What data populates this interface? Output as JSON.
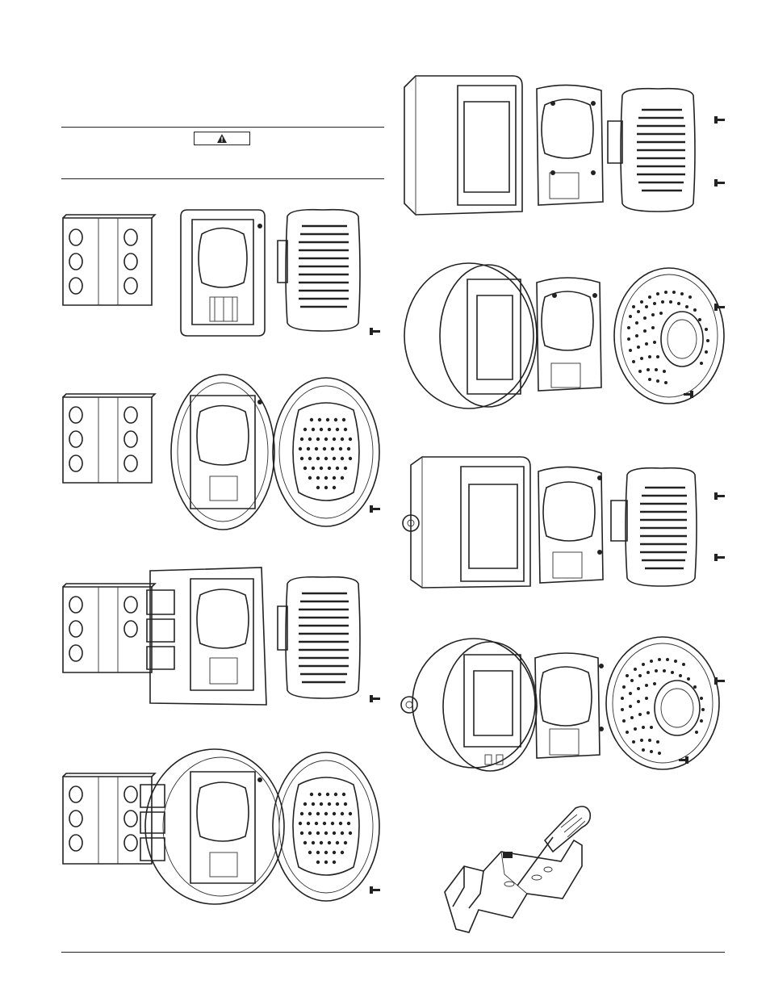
{
  "document": {
    "warning_box": {
      "icon": "warning-triangle-icon",
      "label": ""
    },
    "figures": [
      {
        "id": "fig-speaker-4in-square-box",
        "icon": "wall-speaker-assembly-icon"
      },
      {
        "id": "fig-round-speaker-4in-square-box",
        "icon": "round-speaker-assembly-icon"
      },
      {
        "id": "fig-speaker-trim-plate",
        "icon": "wall-speaker-trimplate-icon"
      },
      {
        "id": "fig-round-speaker-trim-ring",
        "icon": "round-speaker-trimring-icon"
      },
      {
        "id": "fig-speaker-surface-backbox",
        "icon": "surface-backbox-speaker-icon"
      },
      {
        "id": "fig-round-surface-backbox",
        "icon": "round-surface-backbox-icon"
      },
      {
        "id": "fig-speaker-weatherproof-backbox",
        "icon": "weatherproof-backbox-speaker-icon"
      },
      {
        "id": "fig-round-weatherproof-backbox",
        "icon": "round-weatherproof-backbox-icon"
      },
      {
        "id": "fig-screwdriver-bracket-removal",
        "icon": "screwdriver-bracket-icon"
      }
    ]
  }
}
